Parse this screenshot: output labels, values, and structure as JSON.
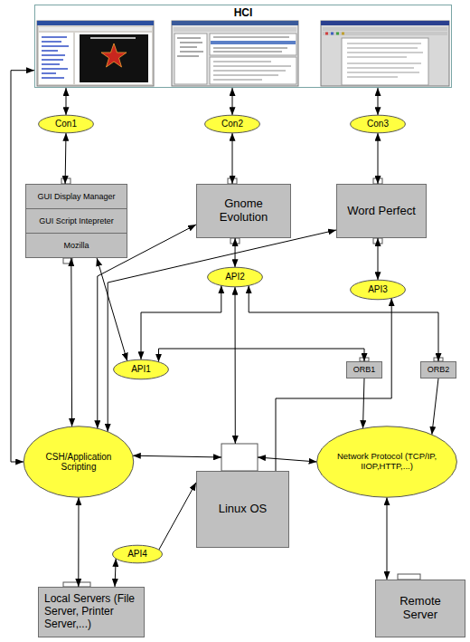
{
  "diagram": {
    "nodes": [
      {
        "text": [
          "HCI"
        ]
      },
      {
        "text": [
          "Con1"
        ]
      },
      {
        "text": [
          "Con2"
        ]
      },
      {
        "text": [
          "Con3"
        ]
      },
      {
        "text": [
          "GUI Display Manager",
          "GUI Script Intepreter",
          "Mozilla"
        ]
      },
      {
        "text": [
          "Gnome Evolution"
        ]
      },
      {
        "text": [
          "Word Perfect"
        ]
      },
      {
        "text": [
          "API2"
        ]
      },
      {
        "text": [
          "API3"
        ]
      },
      {
        "text": [
          "API1"
        ]
      },
      {
        "text": [
          "ORB1"
        ]
      },
      {
        "text": [
          "ORB2"
        ]
      },
      {
        "text": [
          "CSH/Application Scripting"
        ]
      },
      {
        "text": [
          "Linux OS"
        ]
      },
      {
        "text": [
          "Network Protocol (TCP/IP, IIOP,HTTP,...)"
        ]
      },
      {
        "text": [
          "API4"
        ]
      },
      {
        "text": [
          "Local Servers (File Server, Printer Server,...)"
        ]
      },
      {
        "text": [
          "Remote Server"
        ]
      }
    ],
    "edges": [
      {
        "from": 0,
        "to": 1,
        "arrow": "both"
      },
      {
        "from": 1,
        "to": 4,
        "arrow": "both"
      },
      {
        "from": 0,
        "to": 2,
        "arrow": "both"
      },
      {
        "from": 2,
        "to": 5,
        "arrow": "both"
      },
      {
        "from": 0,
        "to": 3,
        "arrow": "both"
      },
      {
        "from": 3,
        "to": 6,
        "arrow": "both"
      },
      {
        "from": 0,
        "to": 12,
        "arrow": "both"
      },
      {
        "from": 4,
        "to": 12,
        "arrow": "both"
      },
      {
        "from": 4,
        "to": 9,
        "arrow": "both"
      },
      {
        "from": 5,
        "to": 12,
        "arrow": "both"
      },
      {
        "from": 6,
        "to": 12,
        "arrow": "both"
      },
      {
        "from": 5,
        "to": 7,
        "arrow": "both"
      },
      {
        "from": 6,
        "to": 8,
        "arrow": "both"
      },
      {
        "from": 7,
        "to": 13,
        "arrow": "both"
      },
      {
        "from": 7,
        "to": 9,
        "arrow": "both"
      },
      {
        "from": 7,
        "to": 11,
        "arrow": "both"
      },
      {
        "from": 9,
        "to": 10,
        "arrow": "both"
      },
      {
        "from": 10,
        "to": 14,
        "arrow": "to"
      },
      {
        "from": 11,
        "to": 14,
        "arrow": "to"
      },
      {
        "from": 13,
        "to": 8,
        "arrow": "to"
      },
      {
        "from": 12,
        "to": 13,
        "arrow": "both"
      },
      {
        "from": 13,
        "to": 14,
        "arrow": "both"
      },
      {
        "from": 12,
        "to": 16,
        "arrow": "both"
      },
      {
        "from": 15,
        "to": 13,
        "arrow": "to"
      },
      {
        "from": 15,
        "to": 16,
        "arrow": "both"
      },
      {
        "from": 14,
        "to": 17,
        "arrow": "both"
      }
    ]
  }
}
